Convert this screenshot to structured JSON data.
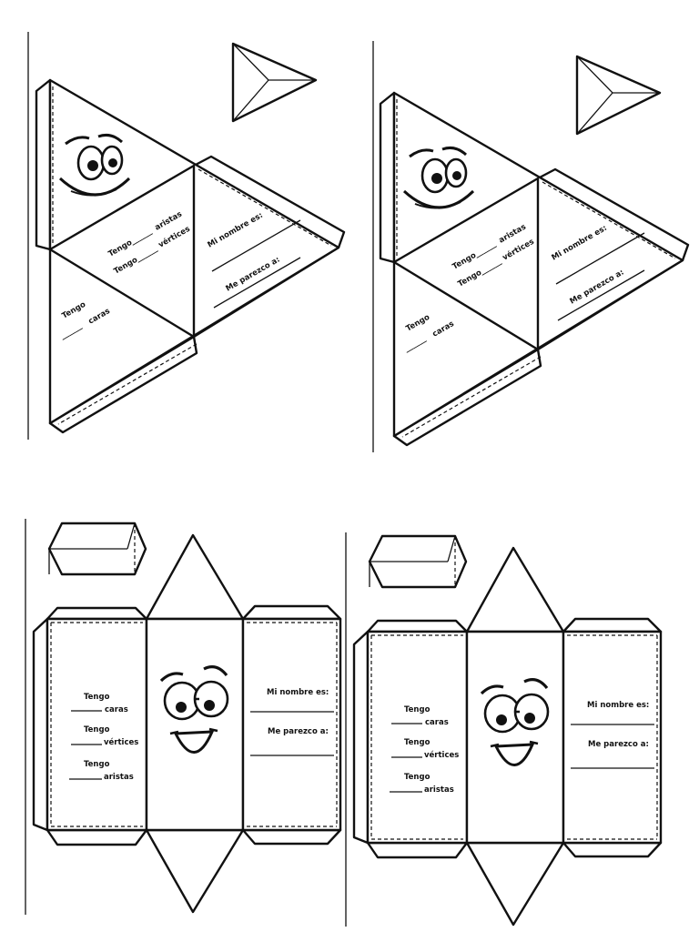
{
  "pyramid_net": {
    "faces_label": "Tengo",
    "faces_word": "caras",
    "edges_label": "Tengo",
    "edges_word": "aristas",
    "vertices_label": "Tengo",
    "vertices_word": "vértices",
    "name_label": "Mi nombre es:",
    "looks_like_label": "Me parezco a:"
  },
  "prism_net": {
    "faces_label": "Tengo",
    "faces_word": "caras",
    "vertices_label": "Tengo",
    "vertices_word": "vértices",
    "edges_label": "Tengo",
    "edges_word": "aristas",
    "name_label": "Mi nombre es:",
    "looks_like_label": "Me parezco a:"
  },
  "icons": {
    "pyramid_icon": "triangular-pyramid-icon",
    "prism_icon": "triangular-prism-icon",
    "face_icon": "smiling-face-icon"
  }
}
